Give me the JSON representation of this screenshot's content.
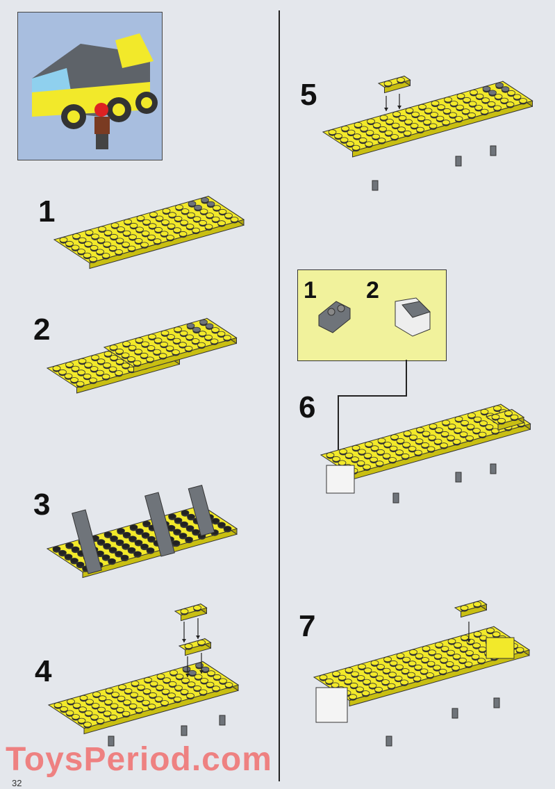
{
  "steps": {
    "s1": "1",
    "s2": "2",
    "s3": "3",
    "s4": "4",
    "s5": "5",
    "s6": "6",
    "s7": "7"
  },
  "callout": {
    "sub1": "1",
    "sub2": "2"
  },
  "page_number": "32",
  "watermark": "ToysPeriod.com",
  "colors": {
    "yellow": "#f2e92a",
    "gray": "#6f747a",
    "callout_bg": "#f1f29c",
    "background": "#e4e7ec"
  }
}
